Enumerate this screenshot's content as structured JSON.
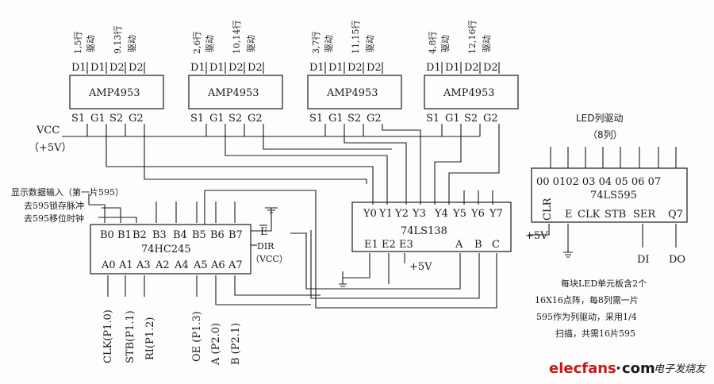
{
  "amp_chips": [
    {
      "label": "AMP4953",
      "pins_top": [
        "D1",
        "D1",
        "D2",
        "D2"
      ],
      "pins_bottom": [
        "S1",
        "G1",
        "S2",
        "G2"
      ],
      "row_note_1": "1,5行",
      "row_note_2": "9,13行",
      "drive_1": "驱动",
      "drive_2": "驱动"
    },
    {
      "label": "AMP4953",
      "pins_top": [
        "D1",
        "D1",
        "D2",
        "D2"
      ],
      "pins_bottom": [
        "S1",
        "G1",
        "S2",
        "G2"
      ],
      "row_note_1": "2,6行",
      "row_note_2": "10,14行",
      "drive_1": "驱动",
      "drive_2": "驱动"
    },
    {
      "label": "AMP4953",
      "pins_top": [
        "D1",
        "D1",
        "D2",
        "D2"
      ],
      "pins_bottom": [
        "S1",
        "G1",
        "S2",
        "G2"
      ],
      "row_note_1": "3,7行",
      "row_note_2": "11,15行",
      "drive_1": "驱动",
      "drive_2": "驱动"
    },
    {
      "label": "AMP4953",
      "pins_top": [
        "D1",
        "D1",
        "D2",
        "D2"
      ],
      "pins_bottom": [
        "S1",
        "G1",
        "S2",
        "G2"
      ],
      "row_note_1": "4,8行",
      "row_note_2": "12,16行",
      "drive_1": "驱动",
      "drive_2": "驱动"
    }
  ],
  "vcc": {
    "label": "VCC",
    "value": "（+5V）"
  },
  "hc245": {
    "label": "74HC245",
    "b_pins": [
      "B0",
      "B1",
      "B2",
      "B3",
      "B4",
      "B5",
      "B6",
      "B7"
    ],
    "a_pins": [
      "A0",
      "A1",
      "A3",
      "A2",
      "A4",
      "A5",
      "A6",
      "A7"
    ],
    "e_pin": "E",
    "dir_pin": "DIR",
    "dir_note": "（VCC）"
  },
  "inputs_left": [
    "显示数据输入（第一片595）",
    "去595锁存脉冲",
    "去595移位时钟"
  ],
  "port_labels": [
    "CLK(P1.0)",
    "STB(P1.1)",
    "RI(P1.2)",
    "OE (P1.3)",
    "A (P2.0)",
    "B (P2.1)"
  ],
  "ls138": {
    "label": "74LS138",
    "y_pins": [
      "Y0",
      "Y1",
      "Y2",
      "Y3",
      "Y4",
      "Y5",
      "Y6",
      "Y7"
    ],
    "e_pins": [
      "E1",
      "E2",
      "E3"
    ],
    "abc_pins": [
      "A",
      "B",
      "C"
    ],
    "supply": "+5V"
  },
  "ls595": {
    "title": "LED列驱动",
    "subtitle": "（8列）",
    "label": "74LS595",
    "out_pins": "00 0102 03  04 05 06 07",
    "ctrl_pins": [
      "CLR",
      "E",
      "CLK",
      "STB",
      "SER",
      "Q7"
    ],
    "supply": "+5V",
    "di": "DI",
    "do": "DO"
  },
  "note": [
    "每块LED单元板含2个",
    "16X16点阵，每8列需一片",
    "595作为列驱动，采用1/4",
    "扫描，共需16片595"
  ],
  "logo": {
    "main_red": "elecfans",
    "main_dot": "·",
    "main_blk": "com",
    "cn": "电子发烧友"
  }
}
